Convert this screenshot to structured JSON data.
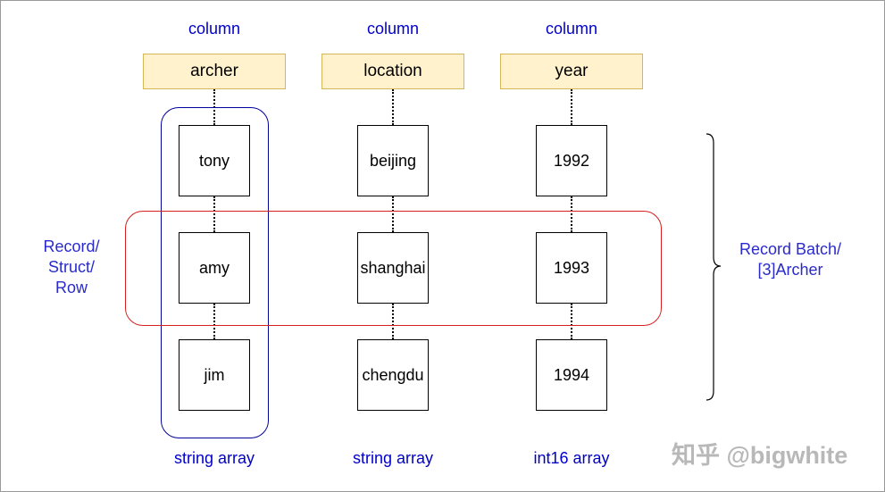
{
  "columns": [
    {
      "label": "column",
      "header": "archer",
      "values": [
        "tony",
        "amy",
        "jim"
      ],
      "type": "string array"
    },
    {
      "label": "column",
      "header": "location",
      "values": [
        "beijing",
        "shanghai",
        "chengdu"
      ],
      "type": "string array"
    },
    {
      "label": "column",
      "header": "year",
      "values": [
        "1992",
        "1993",
        "1994"
      ],
      "type": "int16 array"
    }
  ],
  "record_label": [
    "Record/",
    "Struct/",
    "Row"
  ],
  "batch_label": [
    "Record Batch/",
    "[3]Archer"
  ],
  "watermark": "知乎 @bigwhite",
  "colors": {
    "label_blue": "#0000cc",
    "header_fill": "#fff2cc",
    "header_border": "#d6b656",
    "column_group_border": "#00009e",
    "row_group_border": "#d91e1e"
  }
}
